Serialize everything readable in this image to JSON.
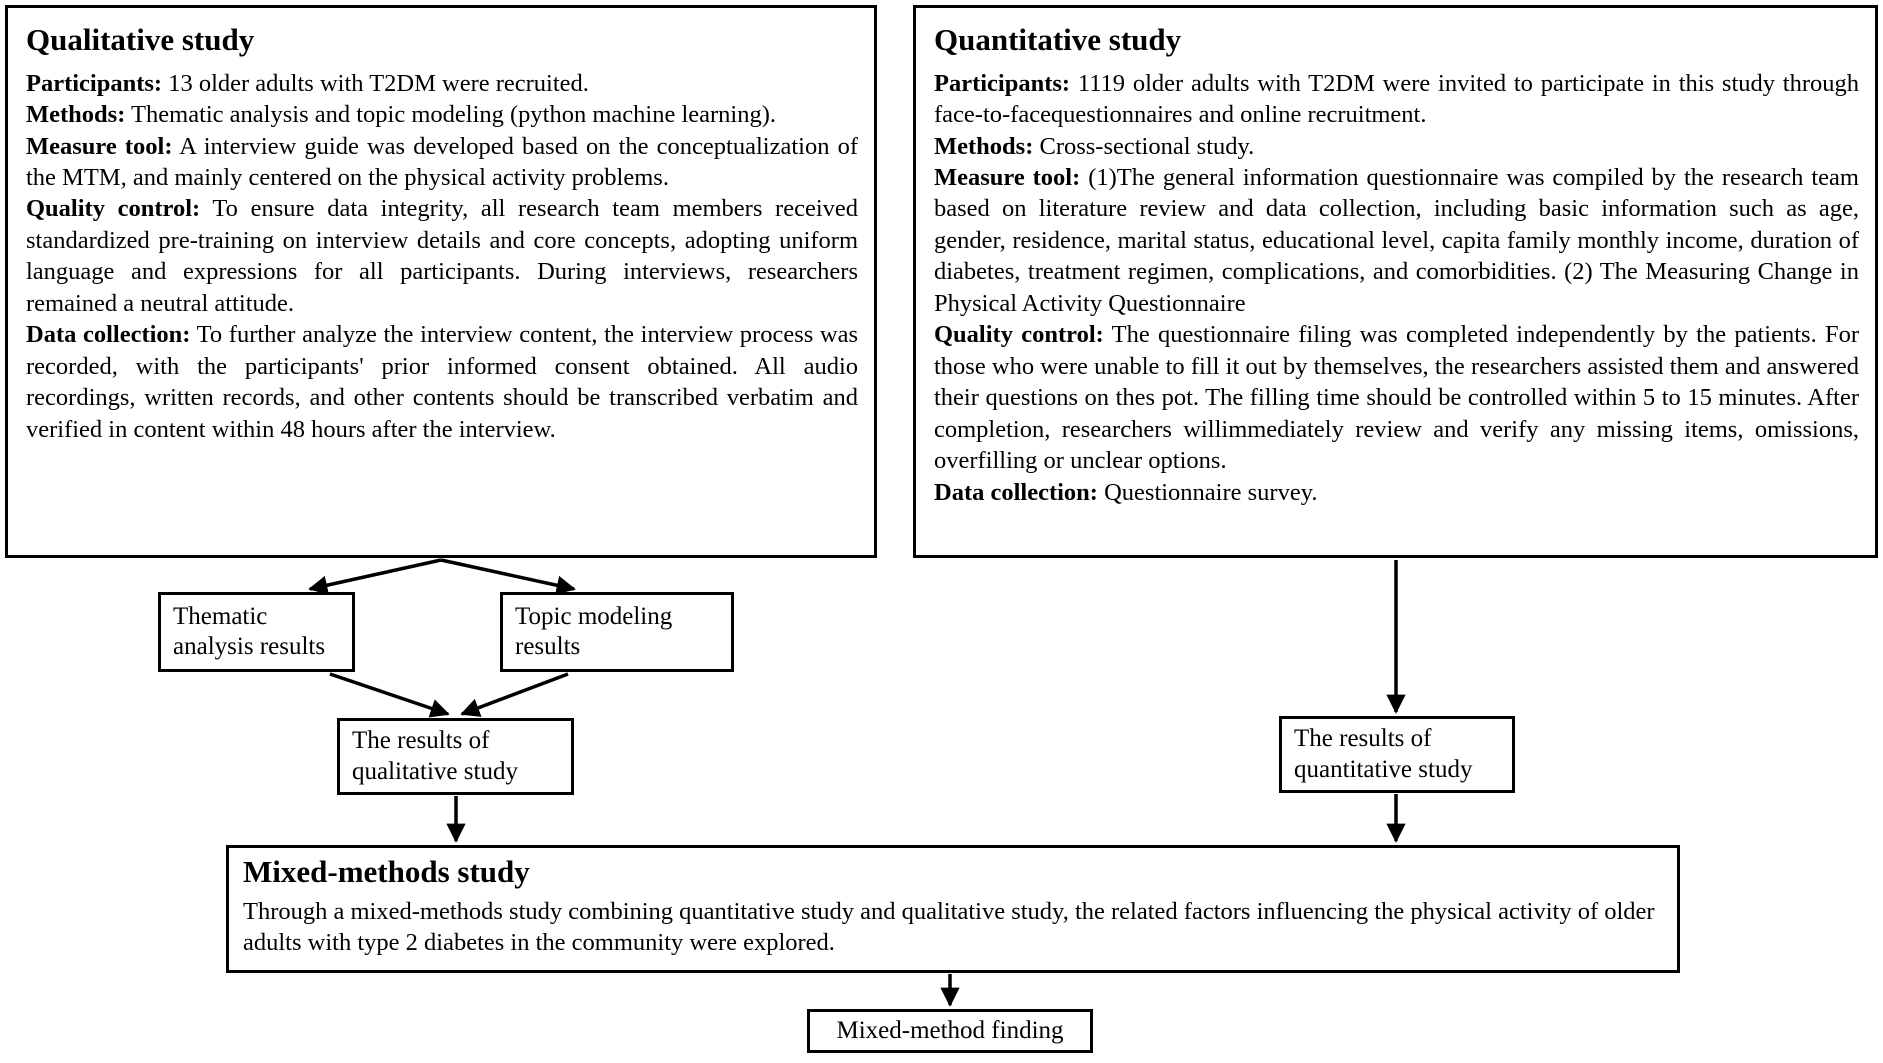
{
  "diagram": {
    "qualitative": {
      "title": "Qualitative study",
      "items": [
        {
          "label": "Participants:",
          "text": " 13 older adults with T2DM were recruited."
        },
        {
          "label": "Methods:",
          "text": " Thematic analysis and topic modeling (python machine learning)."
        },
        {
          "label": "Measure tool:",
          "text": " A interview guide was developed based on the conceptualization of the MTM, and mainly centered on the physical activity problems."
        },
        {
          "label": "Quality control:",
          "text": " To ensure data integrity, all research team members received standardized pre-training on interview details and core concepts, adopting uniform language and expressions for all participants. During interviews, researchers remained a neutral attitude."
        },
        {
          "label": "Data collection:",
          "text": " To further analyze the interview content, the interview process was recorded, with the participants' prior informed consent obtained. All audio recordings, written records, and other contents should be transcribed verbatim and verified in content within 48 hours after the interview."
        }
      ]
    },
    "quantitative": {
      "title": "Quantitative study",
      "items": [
        {
          "label": "Participants:",
          "text": " 1119 older adults with T2DM were invited to participate in this study through face-to-facequestionnaires and online recruitment."
        },
        {
          "label": "Methods:",
          "text": " Cross-sectional study."
        },
        {
          "label": "Measure tool:",
          "text": " (1)The general information questionnaire was compiled by the research team based on literature review and data collection, including basic information such as age, gender, residence, marital status, educational level, capita family monthly income, duration of diabetes, treatment regimen, complications, and comorbidities. (2) The Measuring Change in Physical Activity Questionnaire"
        },
        {
          "label": "Quality control:",
          "text": " The questionnaire filing was completed independently by the patients. For those who were unable to fill it out by themselves, the researchers assisted them and answered their questions on thes pot. The filling time should be controlled within 5 to 15 minutes. After completion, researchers willimmediately review and verify any missing items, omissions, overfilling or unclear options."
        },
        {
          "label": "Data collection:",
          "text": " Questionnaire survey."
        }
      ]
    },
    "thematic_box": "Thematic analysis results",
    "topic_box": "Topic modeling results",
    "qual_results_box": "The results of qualitative study",
    "quant_results_box": "The results of quantitative study",
    "mixed": {
      "title": "Mixed-methods study",
      "body": "Through a mixed-methods study combining quantitative study and qualitative study, the related factors influencing the physical activity of older adults with type 2 diabetes in the community  were explored."
    },
    "finding_box": "Mixed-method finding",
    "colors": {
      "stroke": "#000000",
      "background": "#ffffff",
      "text": "#000000"
    }
  }
}
